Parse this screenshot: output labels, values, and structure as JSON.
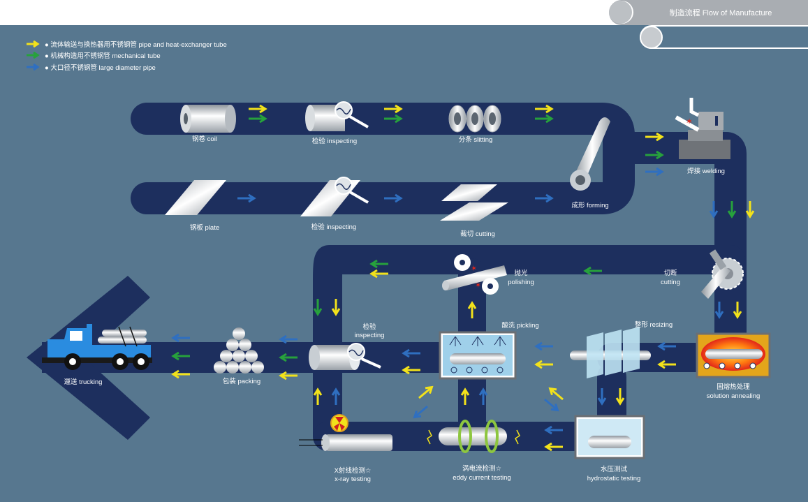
{
  "header": {
    "title": "制造流程 Flow of Manufacture"
  },
  "legend": [
    {
      "text": "● 流体输送与换热器用不锈钢管 pipe and heat-exchanger tube",
      "color": "#f2e21b"
    },
    {
      "text": "● 机械构造用不锈钢管 mechanical tube",
      "color": "#27a13c"
    },
    {
      "text": "● 大口径不锈钢管 large diameter pipe",
      "color": "#2f6fc0"
    }
  ],
  "steps": {
    "coil": "钢卷 coil",
    "inspecting1": "检验 inspecting",
    "slitting": "分条 slitting",
    "welding": "焊接 welding",
    "plate": "钢板 plate",
    "inspecting2": "检验 inspecting",
    "cutting1": "裁切 cutting",
    "forming": "成形 forming",
    "polishing_cn": "抛光",
    "polishing_en": "polishing",
    "cutting2_cn": "切断",
    "cutting2_en": "cutting",
    "inspecting3_cn": "检验",
    "inspecting3_en": "inspecting",
    "pickling": "酸洗 pickling",
    "resizing": "整形 resizing",
    "trucking": "運送 trucking",
    "packing": "包装 packing",
    "annealing_cn": "固熔热处理",
    "annealing_en": "solution annealing",
    "xray_cn": "X射线检测☆",
    "xray_en": "x-ray testing",
    "eddy_cn": "涡电流检测☆",
    "eddy_en": "eddy current testing",
    "hydro_cn": "水压测试",
    "hydro_en": "hydrostatic testing"
  },
  "colors": {
    "yellow": "#f2e21b",
    "green": "#27a13c",
    "blue": "#2f6fc0",
    "path": "#1d2f5e",
    "background": "#57778f"
  }
}
